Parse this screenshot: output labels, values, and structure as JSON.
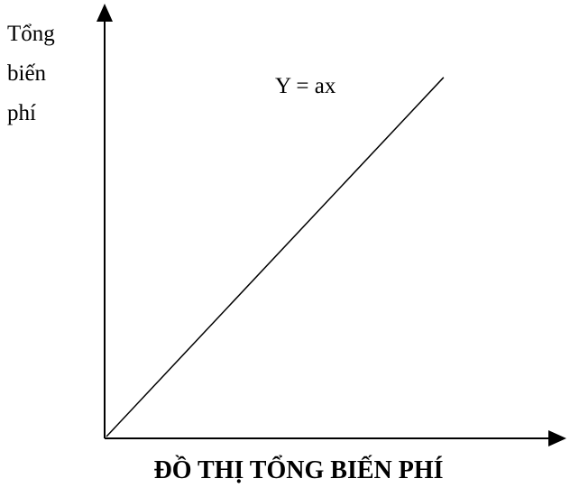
{
  "chart_data": {
    "type": "line",
    "title": "ĐỒ THỊ TỔNG BIẾN PHÍ",
    "xlabel": "",
    "ylabel_lines": [
      "Tổng",
      "biến",
      "phí"
    ],
    "grid": false,
    "series": [
      {
        "label": "Y = ax",
        "x": [
          0,
          1
        ],
        "y": [
          0,
          1
        ]
      }
    ],
    "xlim": [
      0,
      1.3
    ],
    "ylim": [
      0,
      1.1
    ],
    "color": "#000000"
  }
}
